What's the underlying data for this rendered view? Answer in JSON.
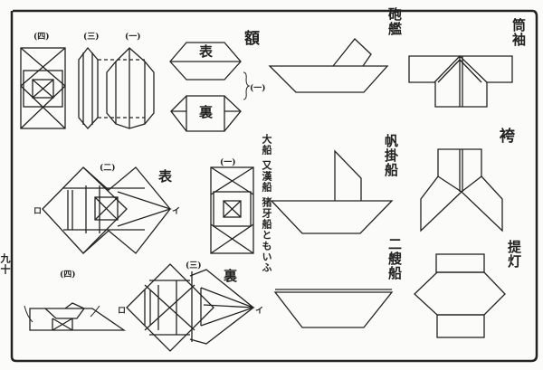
{
  "page_number": "九十",
  "labels": {
    "frame_title": "額",
    "front": "表",
    "back": "裏",
    "brace_step": "(一)",
    "gunboat": "砲艦",
    "tube_sleeve": "筒袖",
    "hakama": "袴",
    "lantern": "提灯",
    "sailboat": "帆掛船",
    "twin_boat": "二艘船",
    "big_ship_note": "大船 又漢船 猪牙船ともいふ",
    "front2": "表",
    "back2": "裏"
  },
  "steps": {
    "s1": "(一)",
    "s2": "(二)",
    "s3": "(三)",
    "s4": "(四)"
  },
  "markers": {
    "i": "イ",
    "ro": "ロ"
  }
}
